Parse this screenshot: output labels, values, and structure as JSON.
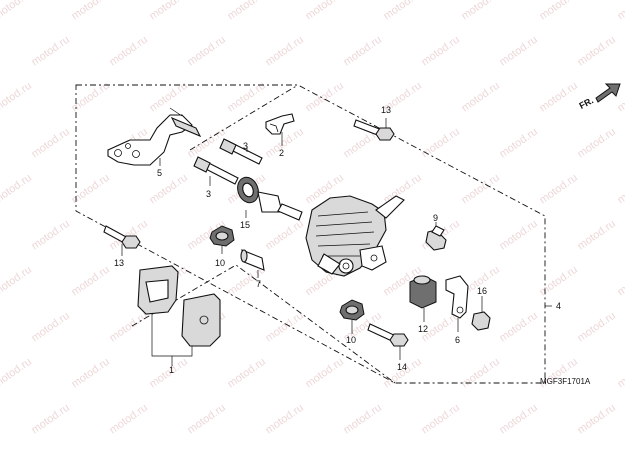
{
  "diagram": {
    "code": "MGF3F1701A",
    "direction_label": "FR.",
    "watermark": "motod.ru",
    "callouts": {
      "c1": "1",
      "c2": "2",
      "c3a": "3",
      "c3b": "3",
      "c4": "4",
      "c5": "5",
      "c6": "6",
      "c7": "7",
      "c9": "9",
      "c10a": "10",
      "c10b": "10",
      "c12": "12",
      "c13a": "13",
      "c13b": "13",
      "c14": "14",
      "c15": "15",
      "c16": "16"
    }
  }
}
